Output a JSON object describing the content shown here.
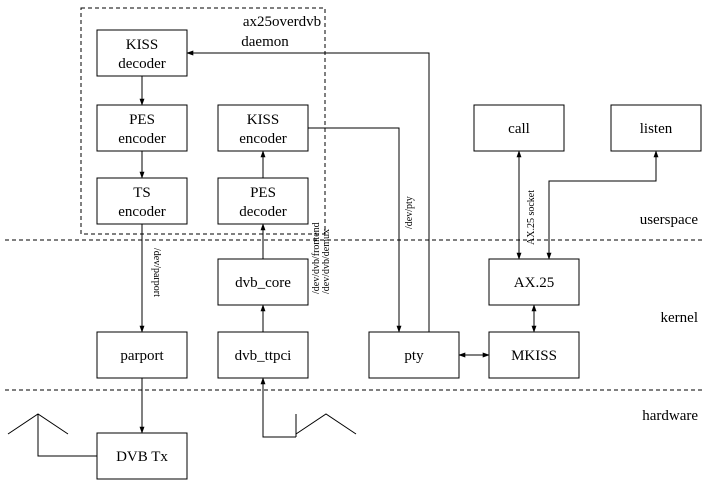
{
  "daemon": {
    "title_line1": "ax25overdvb",
    "title_line2": "daemon"
  },
  "boxes": {
    "kiss_decoder": [
      "KISS",
      "decoder"
    ],
    "pes_encoder": [
      "PES",
      "encoder"
    ],
    "ts_encoder": [
      "TS",
      "encoder"
    ],
    "kiss_encoder": [
      "KISS",
      "encoder"
    ],
    "pes_decoder": [
      "PES",
      "decoder"
    ],
    "dvb_core": "dvb_core",
    "parport": "parport",
    "dvb_ttpci": "dvb_ttpci",
    "pty": "pty",
    "mkiss": "MKISS",
    "ax25": "AX.25",
    "call": "call",
    "listen": "listen",
    "dvb_tx": "DVB Tx"
  },
  "edge_labels": {
    "dev_parport": "/dev/parport",
    "dev_dvb_frontend": "/dev/dvb/frontend",
    "dev_dvb_demux": "/dev/dvb/demux",
    "dev_pty": "/dev/pty",
    "ax25_socket": "AX.25 socket"
  },
  "layers": {
    "userspace": "userspace",
    "kernel": "kernel",
    "hardware": "hardware"
  }
}
